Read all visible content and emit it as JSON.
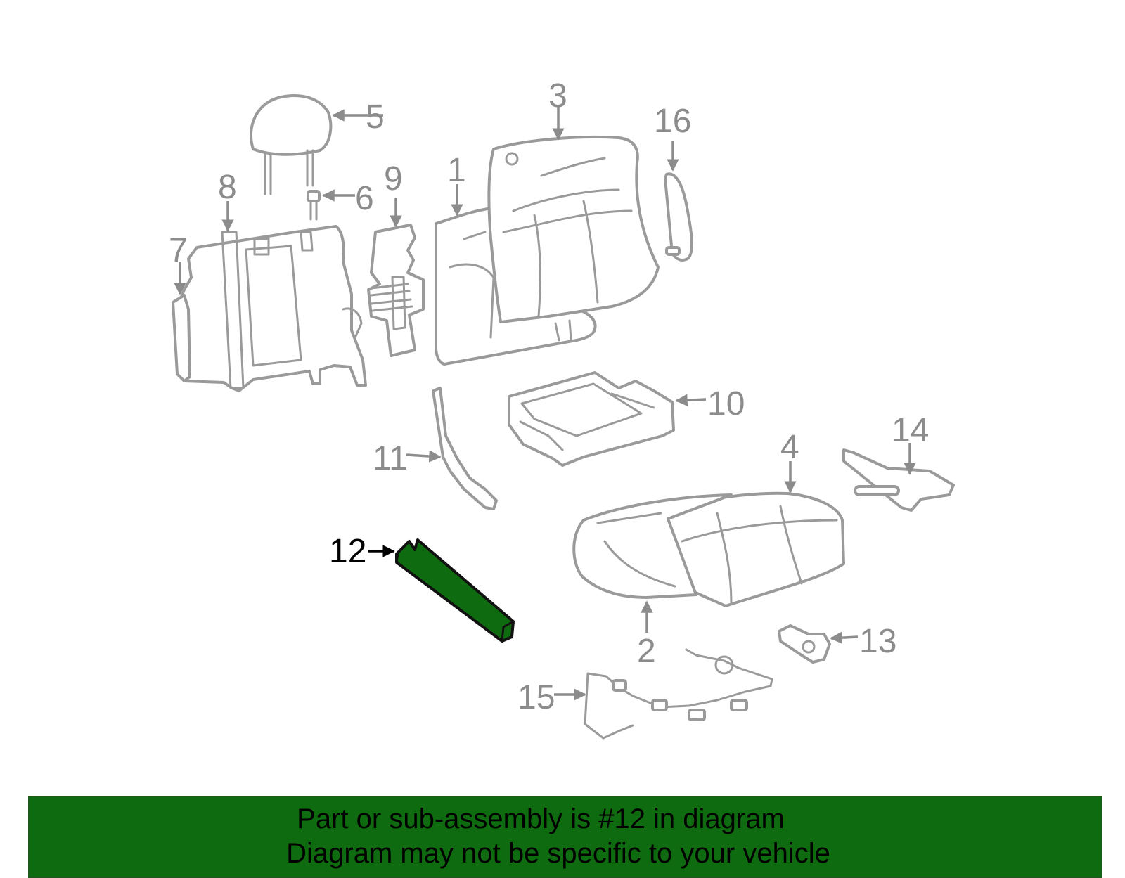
{
  "highlight_color": "#0f6b0f",
  "banner": {
    "line1": "Part or sub-assembly is #12 in diagram",
    "line2": "Diagram may not be specific to your vehicle"
  },
  "callouts": {
    "c1": "1",
    "c2": "2",
    "c3": "3",
    "c4": "4",
    "c5": "5",
    "c6": "6",
    "c7": "7",
    "c8": "8",
    "c9": "9",
    "c10": "10",
    "c11": "11",
    "c12": "12",
    "c13": "13",
    "c14": "14",
    "c15": "15",
    "c16": "16"
  },
  "highlighted_part": "12"
}
